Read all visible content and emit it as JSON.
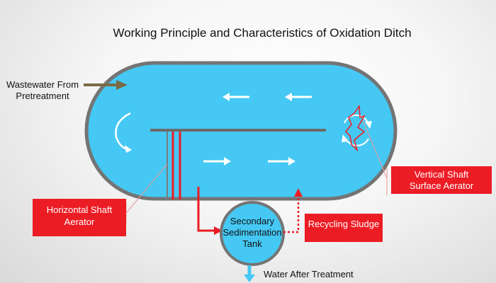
{
  "title": "Working Principle and Characteristics of Oxidation Ditch",
  "labels": {
    "inlet_line1": "Wastewater From",
    "inlet_line2": "Pretreatment",
    "horizontal_aerator_line1": "Horizontal Shaft",
    "horizontal_aerator_line2": "Aerator",
    "vertical_aerator_line1": "Vertical Shaft",
    "vertical_aerator_line2": "Surface Aerator",
    "tank_line1": "Secondary",
    "tank_line2": "Sedimentation",
    "tank_line3": "Tank",
    "recycling": "Recycling Sludge",
    "effluent": "Water After Treatment"
  },
  "colors": {
    "water": "#45c8f3",
    "ditch_border": "#747474",
    "label_box": "#ec1c24",
    "inlet_arrow": "#7a6a45",
    "flow_arrow": "#ffffff"
  }
}
